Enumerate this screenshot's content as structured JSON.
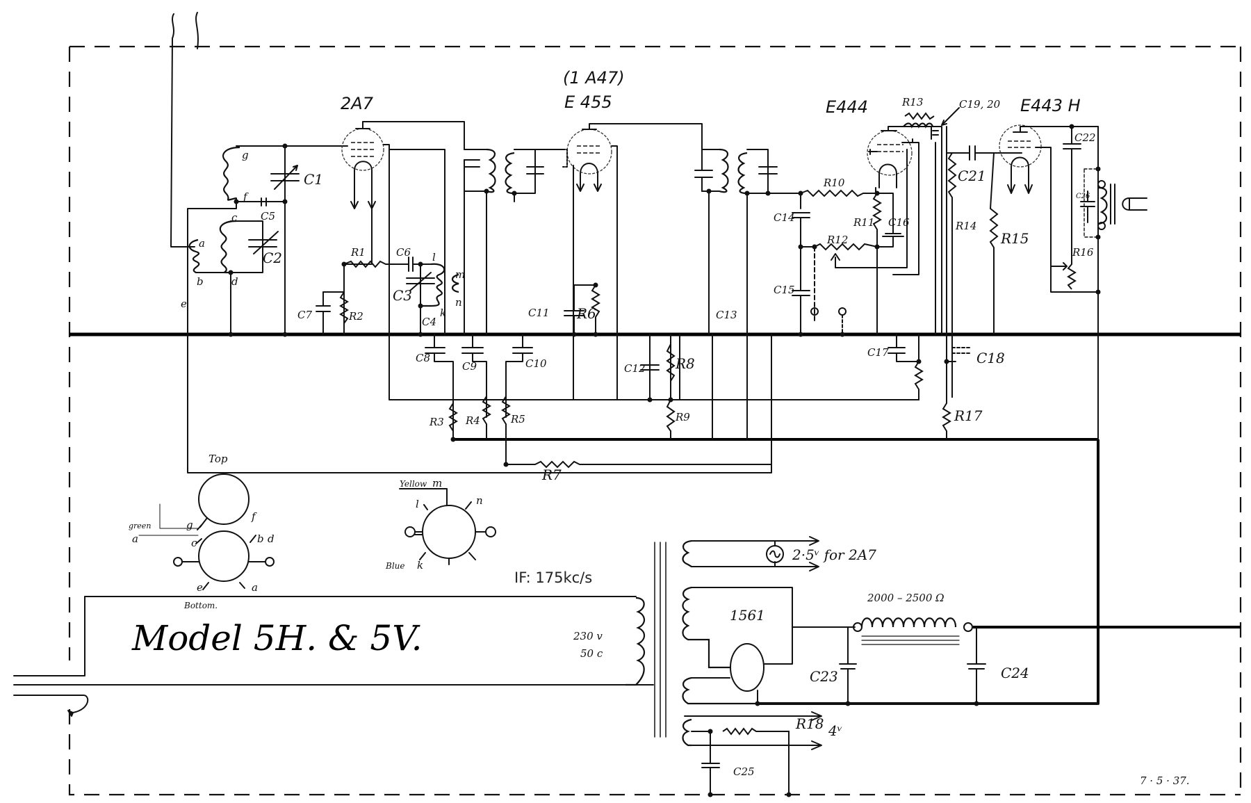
{
  "title": "Model 5H. & 5V.",
  "if_note": "IF: 175kc/s",
  "date": "7 · 5 · 37.",
  "colors": {
    "ink": "#111111",
    "paper": "#ffffff"
  },
  "tubes": {
    "v1": "2A7",
    "v2_alt": "(1 A47)",
    "v2": "E 455",
    "v3": "E444",
    "v4": "E443 H",
    "rectifier": "1561"
  },
  "resistors": [
    "R1",
    "R2",
    "R3",
    "R4",
    "R5",
    "R6",
    "R7",
    "R8",
    "R9",
    "R10",
    "R11",
    "R12",
    "R13",
    "R14",
    "R15",
    "R16",
    "R17",
    "R18"
  ],
  "capacitors": [
    "C1",
    "C2",
    "C3",
    "C4",
    "C5",
    "C6",
    "C7",
    "C8",
    "C9",
    "C10",
    "C11",
    "C12",
    "C13",
    "C14",
    "C15",
    "C16",
    "C17",
    "C18",
    "C19, 20",
    "C21",
    "C22",
    "C23",
    "C24",
    "C25",
    "C26"
  ],
  "coil_taps": {
    "a": "a",
    "b": "b",
    "c": "c",
    "d": "d",
    "e": "e",
    "f": "f",
    "g": "g",
    "k": "k",
    "l": "l",
    "m": "m",
    "n": "n"
  },
  "coil_diagrams": {
    "top_label": "Top",
    "bottom_label": "Bottom.",
    "green": "green",
    "yellow": "Yellow",
    "blue": "Blue"
  },
  "power": {
    "mains_v": "230 v",
    "mains_hz": "50 c",
    "heater_label": "2·5ᵛ for 2A7",
    "choke_label": "2000 – 2500 Ω",
    "heater2_label": "4ᵛ"
  }
}
